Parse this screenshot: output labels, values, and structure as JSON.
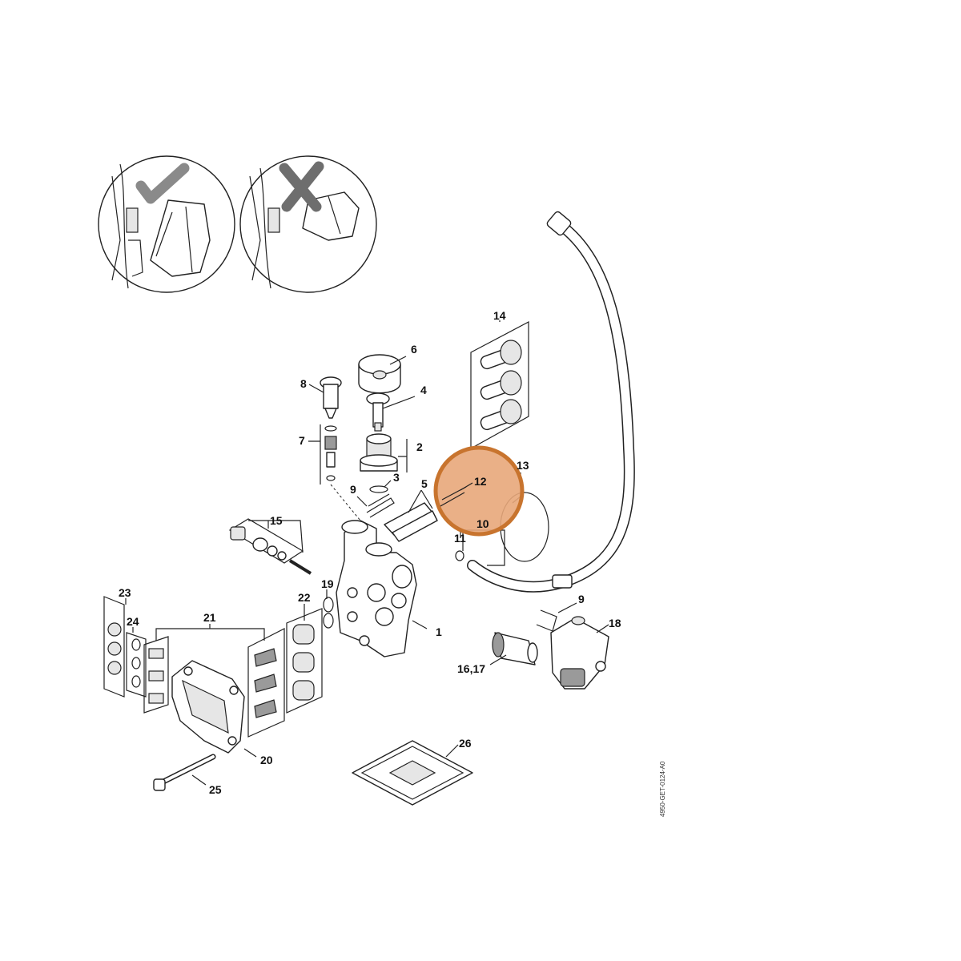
{
  "diagram": {
    "callouts": [
      {
        "id": "c1",
        "label": "1"
      },
      {
        "id": "c2",
        "label": "2"
      },
      {
        "id": "c3",
        "label": "3"
      },
      {
        "id": "c4",
        "label": "4"
      },
      {
        "id": "c5",
        "label": "5"
      },
      {
        "id": "c6",
        "label": "6"
      },
      {
        "id": "c7",
        "label": "7"
      },
      {
        "id": "c8",
        "label": "8"
      },
      {
        "id": "c9a",
        "label": "9"
      },
      {
        "id": "c9b",
        "label": "9"
      },
      {
        "id": "c10",
        "label": "10"
      },
      {
        "id": "c11",
        "label": "11"
      },
      {
        "id": "c12",
        "label": "12"
      },
      {
        "id": "c13",
        "label": "13"
      },
      {
        "id": "c14",
        "label": "14"
      },
      {
        "id": "c15",
        "label": "15"
      },
      {
        "id": "c1617",
        "label": "16,17"
      },
      {
        "id": "c18",
        "label": "18"
      },
      {
        "id": "c19",
        "label": "19"
      },
      {
        "id": "c20",
        "label": "20"
      },
      {
        "id": "c21",
        "label": "21"
      },
      {
        "id": "c22",
        "label": "22"
      },
      {
        "id": "c23",
        "label": "23"
      },
      {
        "id": "c24",
        "label": "24"
      },
      {
        "id": "c25",
        "label": "25"
      },
      {
        "id": "c26",
        "label": "26"
      }
    ],
    "highlighted_callout": "12",
    "highlight_color": "#e8a77a",
    "highlight_ring_color": "#c8742e",
    "correct_mark_icon": "checkmark-icon",
    "incorrect_mark_icon": "cross-icon",
    "drawing_code": "4950-GET-0124-A0"
  }
}
